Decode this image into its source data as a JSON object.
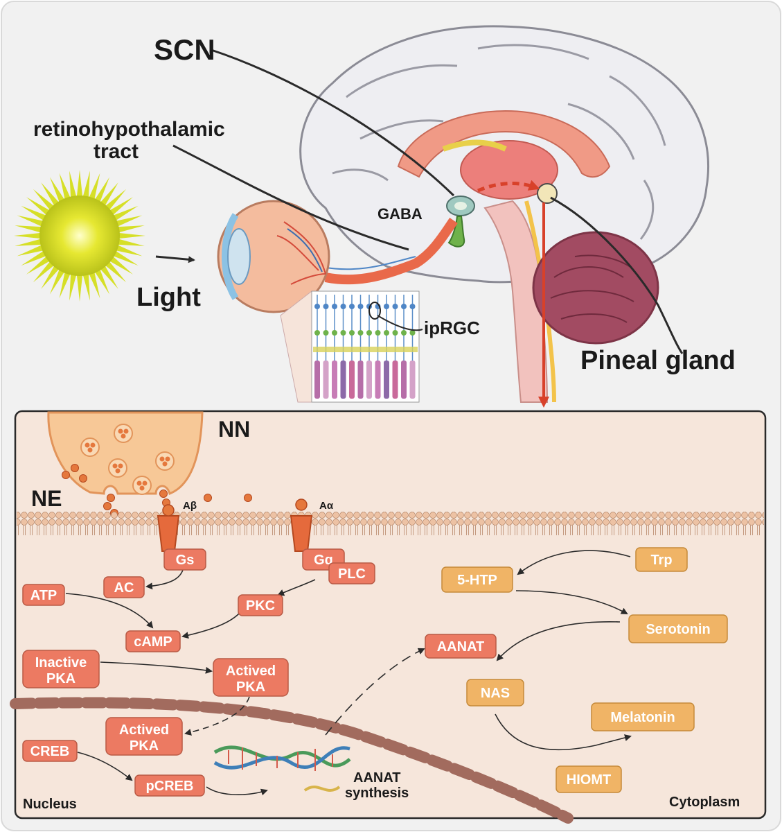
{
  "top_labels": {
    "scn": "SCN",
    "rht_line1": "retinohypothalamic",
    "rht_line2": "tract",
    "gaba": "GABA",
    "light": "Light",
    "iprgc": "ipRGC",
    "pineal": "Pineal gland"
  },
  "cell_labels": {
    "nn": "NN",
    "ne": "NE",
    "a_beta": "Aβ",
    "a_alpha": "Aα",
    "nucleus": "Nucleus",
    "cytoplasm": "Cytoplasm",
    "aanat_synth_line1": "AANAT",
    "aanat_synth_line2": "synthesis"
  },
  "pathway_left": {
    "gs": "Gs",
    "gq": "Gq",
    "plc": "PLC",
    "ac": "AC",
    "atp": "ATP",
    "pkc": "PKC",
    "camp": "cAMP",
    "inactive_pka_1": "Inactive",
    "inactive_pka_2": "PKA",
    "actived_pka_1": "Actived",
    "actived_pka_2": "PKA",
    "nuc_pka_1": "Actived",
    "nuc_pka_2": "PKA",
    "creb": "CREB",
    "pcreb": "pCREB"
  },
  "pathway_right": {
    "trp": "Trp",
    "htp": "5-HTP",
    "serotonin": "Serotonin",
    "aanat": "AANAT",
    "nas": "NAS",
    "melatonin": "Melatonin",
    "hiomt": "HIOMT"
  },
  "colors": {
    "left_box": "#ec7a62",
    "right_box": "#f0b466",
    "cell_bg": "#f6e6db",
    "membrane": "#e9b99a",
    "red_arrow": "#d8412a"
  }
}
